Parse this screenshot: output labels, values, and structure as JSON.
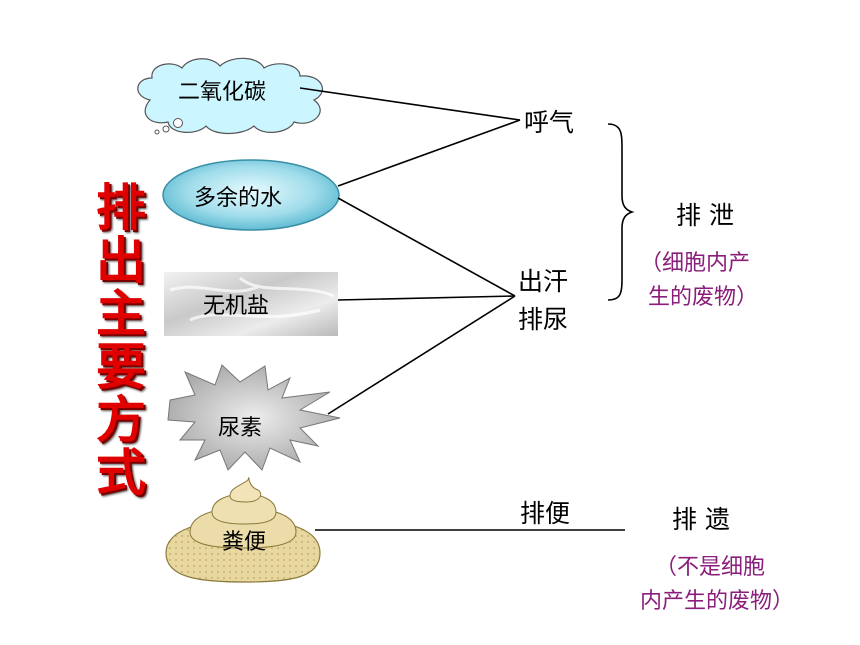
{
  "title_vertical": "排出主要方式",
  "substances": {
    "co2": "二氧化碳",
    "water": "多余的水",
    "salt": "无机盐",
    "urea": "尿素",
    "feces": "粪便"
  },
  "routes": {
    "breath": "呼气",
    "sweat": "出汗",
    "urine": "排尿",
    "defecation": "排便"
  },
  "categories": {
    "excretion": "排 泄",
    "excretion_note": [
      "（细胞内产",
      "生的废物）"
    ],
    "egestion": "排 遗",
    "egestion_note": [
      "（不是细胞",
      "内产生的废物）"
    ]
  },
  "colors": {
    "title": "#e00000",
    "note": "#8a1e7a",
    "cloud": "#ccf6ff",
    "water": "#8fd6e6",
    "salt": "#d9d9d9",
    "urea": "#c8c8c8",
    "feces": "#e9d7a0"
  }
}
